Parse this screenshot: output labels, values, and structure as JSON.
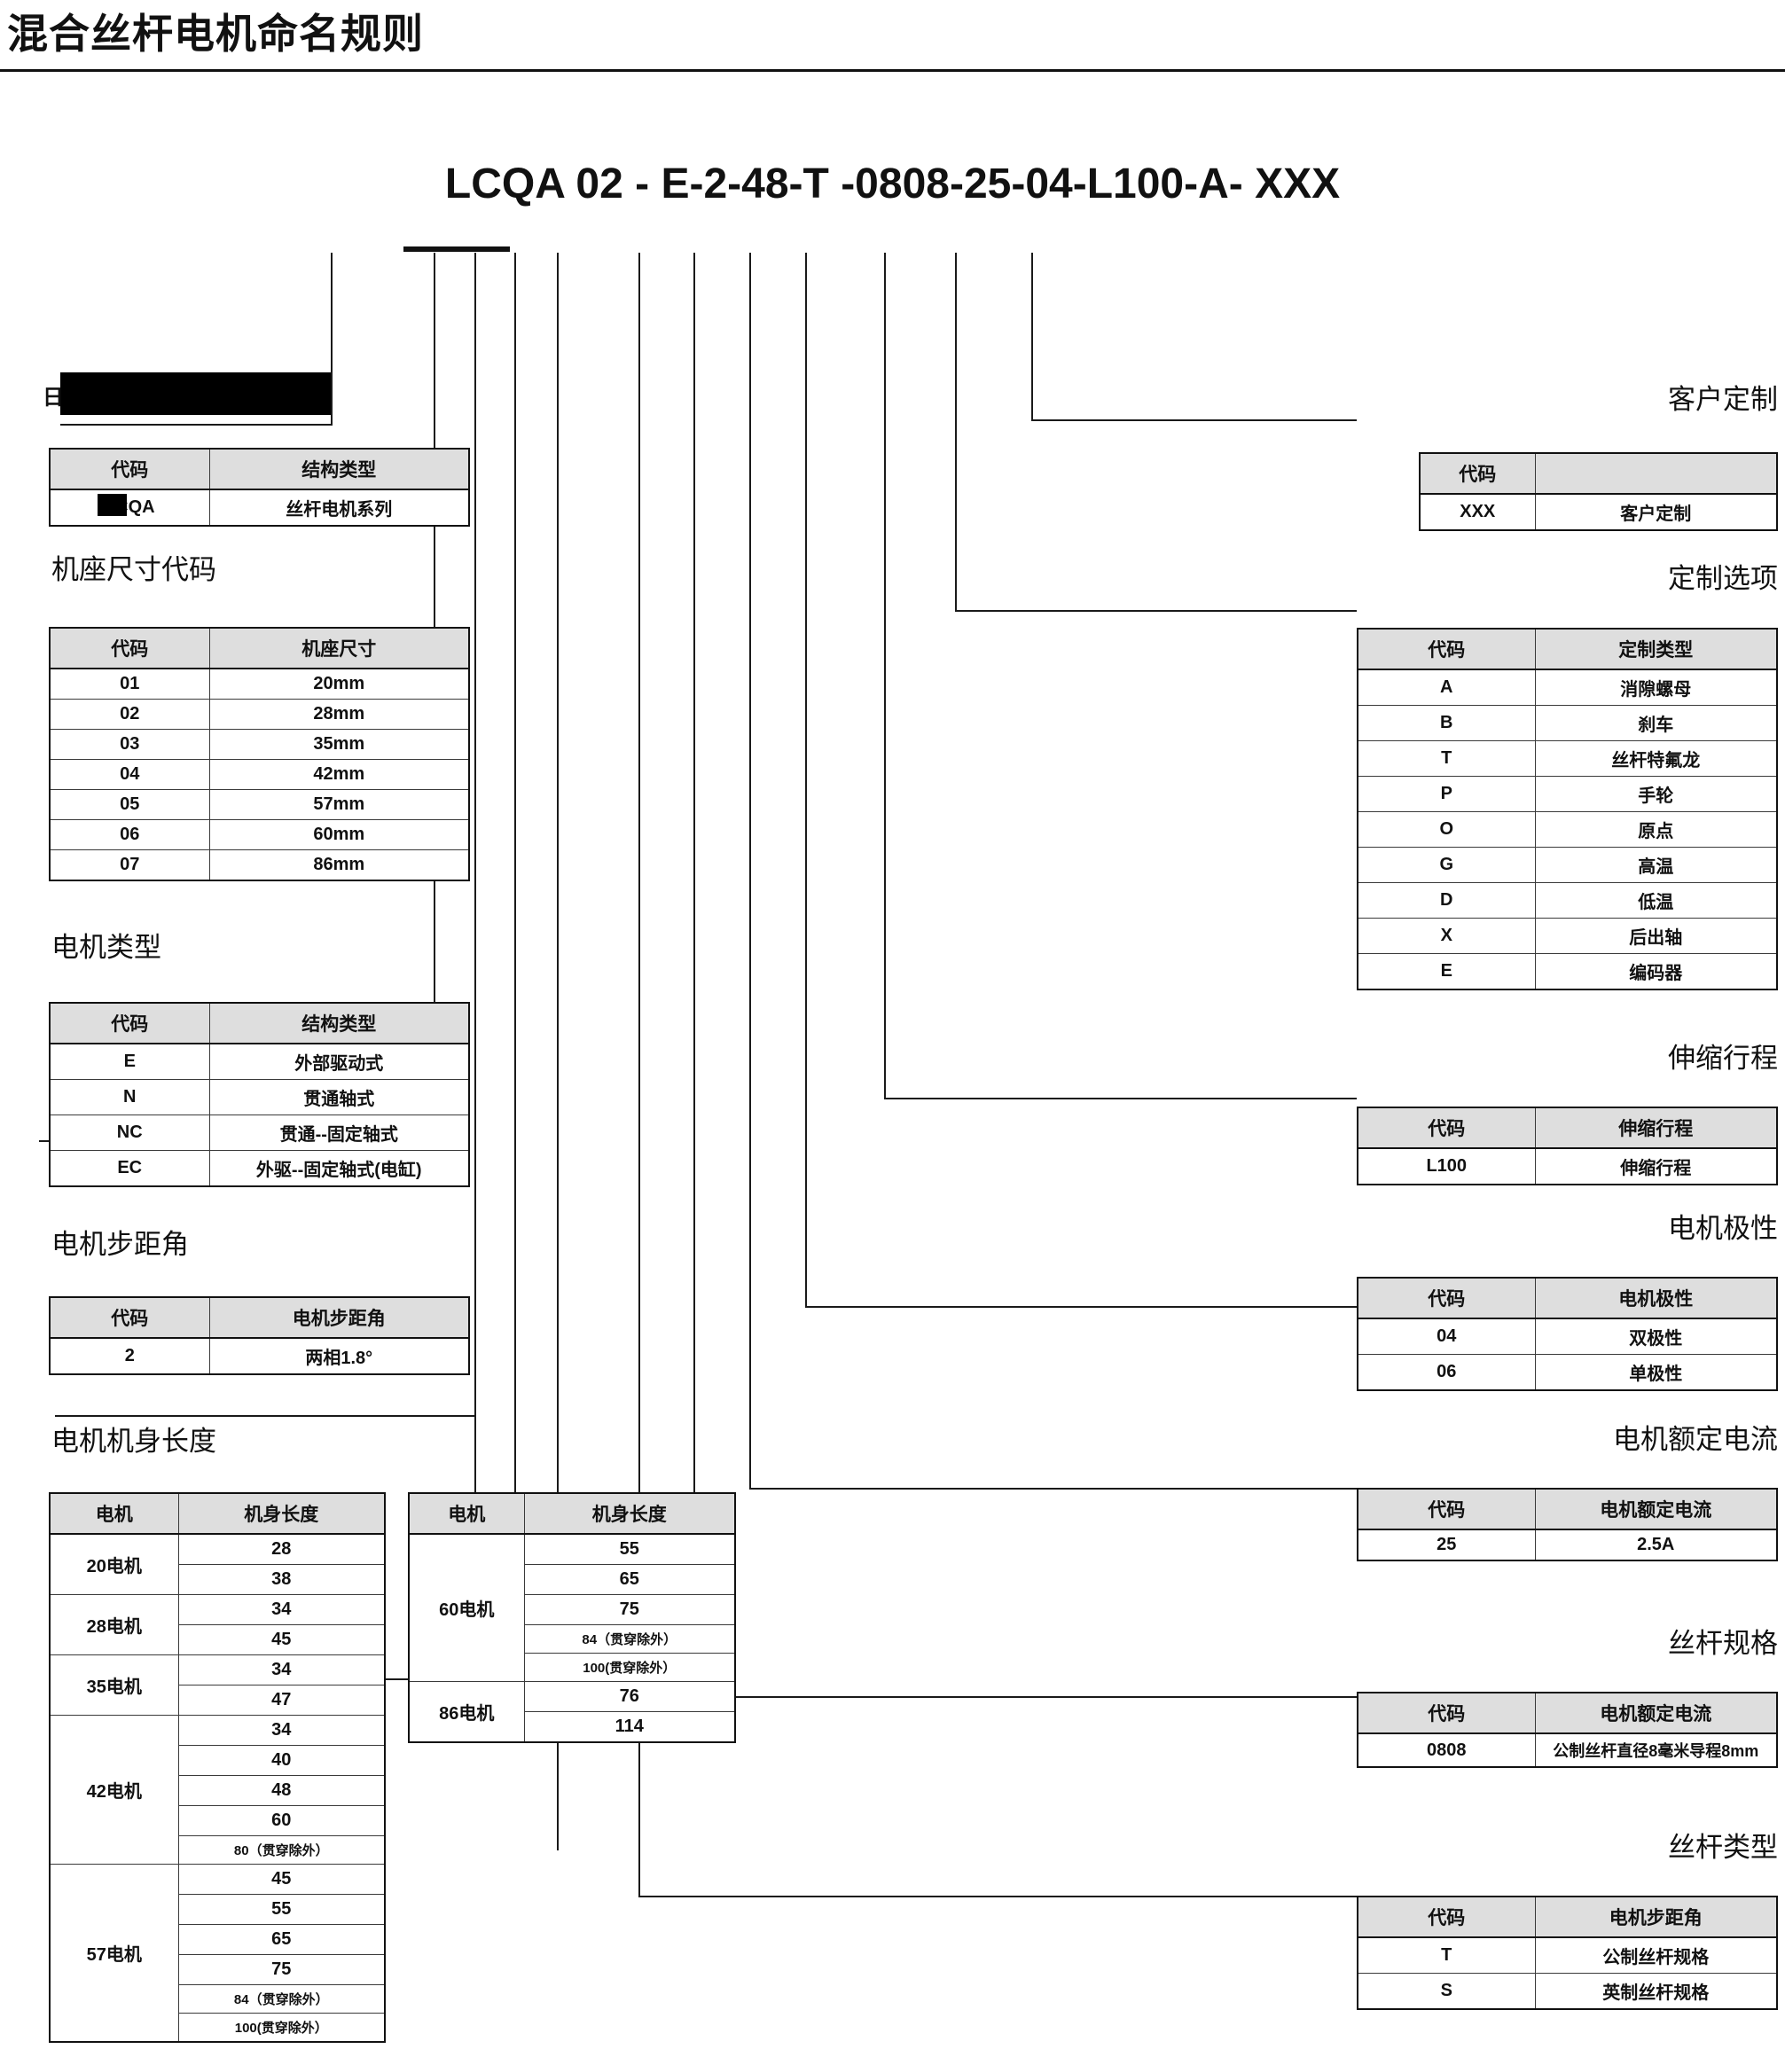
{
  "header": {
    "title": "混合丝杆电机命名规则"
  },
  "product_code": "LCQA 02 - E-2-48-T -0808-25-04-L100-A- XXX",
  "common": {
    "code_header": "代码",
    "struct_header": "结构类型"
  },
  "left_sections": [
    {
      "heading": "",
      "headers": [
        "代码",
        "结构类型"
      ],
      "rows": [
        [
          "LCQA",
          "丝杆电机系列"
        ]
      ]
    },
    {
      "heading": "机座尺寸代码",
      "headers": [
        "代码",
        "机座尺寸"
      ],
      "rows": [
        [
          "01",
          "20mm"
        ],
        [
          "02",
          "28mm"
        ],
        [
          "03",
          "35mm"
        ],
        [
          "04",
          "42mm"
        ],
        [
          "05",
          "57mm"
        ],
        [
          "06",
          "60mm"
        ],
        [
          "07",
          "86mm"
        ]
      ]
    },
    {
      "heading": "电机类型",
      "headers": [
        "代码",
        "结构类型"
      ],
      "rows": [
        [
          "E",
          "外部驱动式"
        ],
        [
          "N",
          "贯通轴式"
        ],
        [
          "NC",
          "贯通--固定轴式"
        ],
        [
          "EC",
          "外驱--固定轴式(电缸)"
        ]
      ]
    },
    {
      "heading": "电机步距角",
      "headers": [
        "代码",
        "电机步距角"
      ],
      "rows": [
        [
          "2",
          "两相1.8°"
        ]
      ]
    }
  ],
  "body_length": {
    "heading": "电机机身长度",
    "headers": [
      "电机",
      "机身长度"
    ],
    "left_groups": [
      {
        "motor": "20电机",
        "lengths": [
          "28",
          "38"
        ]
      },
      {
        "motor": "28电机",
        "lengths": [
          "34",
          "45"
        ]
      },
      {
        "motor": "35电机",
        "lengths": [
          "34",
          "47"
        ]
      },
      {
        "motor": "42电机",
        "lengths": [
          "34",
          "40",
          "48",
          "60",
          "80（贯穿除外）"
        ]
      },
      {
        "motor": "57电机",
        "lengths": [
          "45",
          "55",
          "65",
          "75",
          "84（贯穿除外）",
          "100(贯穿除外）"
        ]
      }
    ],
    "right_groups": [
      {
        "motor": "60电机",
        "lengths": [
          "55",
          "65",
          "75",
          "84（贯穿除外）",
          "100(贯穿除外）"
        ]
      },
      {
        "motor": "86电机",
        "lengths": [
          "76",
          "114"
        ]
      }
    ]
  },
  "right_sections": [
    {
      "heading": "客户定制",
      "headers": [
        "代码",
        ""
      ],
      "rows": [
        [
          "XXX",
          "客户定制"
        ]
      ]
    },
    {
      "heading": "定制选项",
      "headers": [
        "代码",
        "定制类型"
      ],
      "rows": [
        [
          "A",
          "消隙螺母"
        ],
        [
          "B",
          "刹车"
        ],
        [
          "T",
          "丝杆特氟龙"
        ],
        [
          "P",
          "手轮"
        ],
        [
          "O",
          "原点"
        ],
        [
          "G",
          "高温"
        ],
        [
          "D",
          "低温"
        ],
        [
          "X",
          "后出轴"
        ],
        [
          "E",
          "编码器"
        ]
      ]
    },
    {
      "heading": "伸缩行程",
      "headers": [
        "代码",
        "伸缩行程"
      ],
      "rows": [
        [
          "L100",
          "伸缩行程"
        ]
      ]
    },
    {
      "heading": "电机极性",
      "headers": [
        "代码",
        "电机极性"
      ],
      "rows": [
        [
          "04",
          "双极性"
        ],
        [
          "06",
          "单极性"
        ]
      ]
    },
    {
      "heading": "电机额定电流",
      "headers": [
        "代码",
        "电机额定电流"
      ],
      "rows": [
        [
          "25",
          "2.5A"
        ]
      ]
    },
    {
      "heading": "丝杆规格",
      "headers": [
        "代码",
        "电机额定电流"
      ],
      "rows": [
        [
          "0808",
          "公制丝杆直径8毫米导程8mm"
        ]
      ]
    },
    {
      "heading": "丝杆类型",
      "headers": [
        "代码",
        "电机步距角"
      ],
      "rows": [
        [
          "T",
          "公制丝杆规格"
        ],
        [
          "S",
          "英制丝杆规格"
        ]
      ]
    }
  ]
}
